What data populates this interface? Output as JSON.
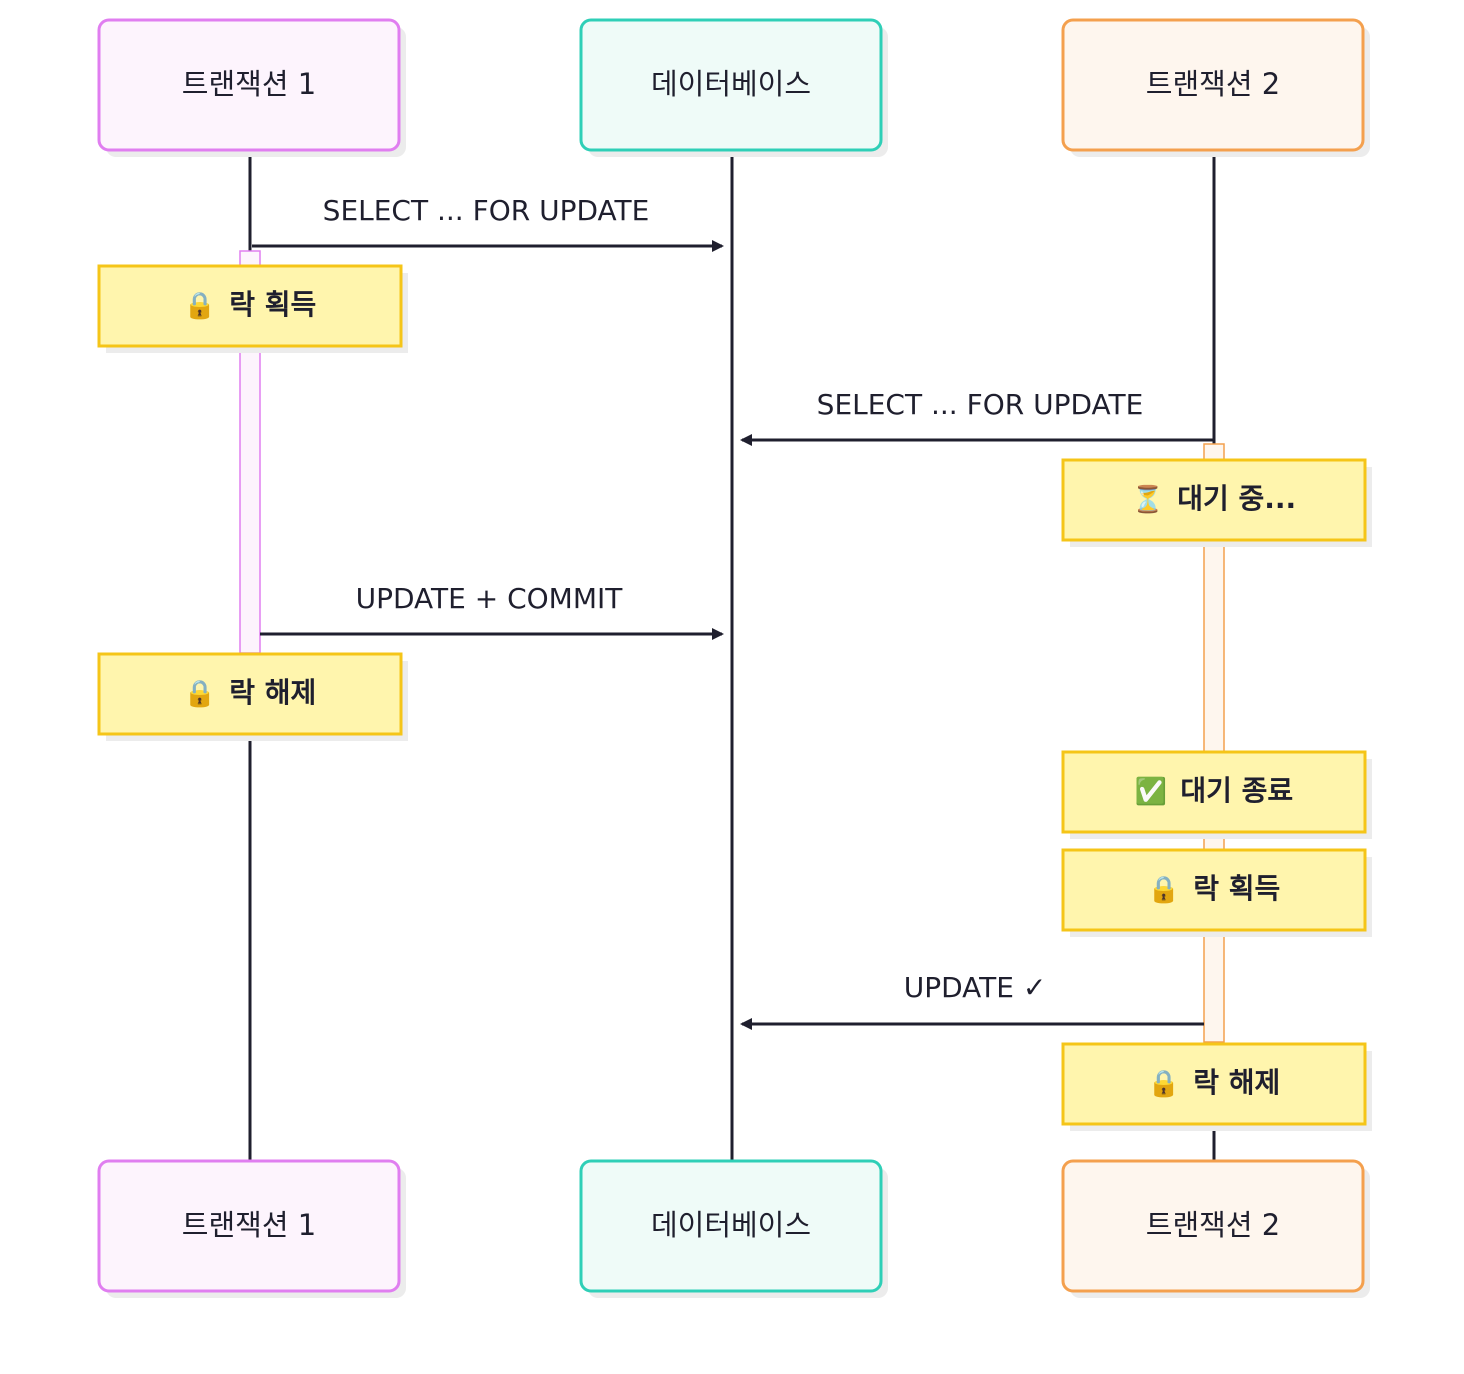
{
  "participants": {
    "tx1": {
      "label": "트랜잭션 1",
      "color": "#e07ef0",
      "fill": "#fdf4fd"
    },
    "db": {
      "label": "데이터베이스",
      "color": "#2fcfb7",
      "fill": "#effbf8"
    },
    "tx2": {
      "label": "트랜잭션 2",
      "color": "#f4a04e",
      "fill": "#fef6ee"
    }
  },
  "messages": [
    {
      "text": "SELECT ... FOR UPDATE",
      "from": "tx1",
      "to": "db"
    },
    {
      "text": "SELECT ... FOR UPDATE",
      "from": "tx2",
      "to": "db"
    },
    {
      "text": "UPDATE + COMMIT",
      "from": "tx1",
      "to": "db"
    },
    {
      "text": "UPDATE ✓",
      "from": "tx2",
      "to": "db"
    }
  ],
  "notes": {
    "tx1_lock_acquire": {
      "icon": "lock-icon",
      "glyph": "🔒",
      "text": "락 획득"
    },
    "tx2_waiting": {
      "icon": "hourglass-icon",
      "glyph": "⏳",
      "text": "대기 중..."
    },
    "tx1_lock_release": {
      "icon": "lock-icon",
      "glyph": "🔒",
      "text": "락 해제"
    },
    "tx2_wait_done": {
      "icon": "check-icon",
      "glyph": "✅",
      "text": "대기 종료"
    },
    "tx2_lock_acquire": {
      "icon": "lock-icon",
      "glyph": "🔒",
      "text": "락 획득"
    },
    "tx2_lock_release": {
      "icon": "lock-icon",
      "glyph": "🔒",
      "text": "락 해제"
    }
  },
  "colors": {
    "lifeline": "#1f1f2e",
    "note_fill": "#fff5ad",
    "note_border": "#f5c518",
    "shadow": "#ececec"
  }
}
